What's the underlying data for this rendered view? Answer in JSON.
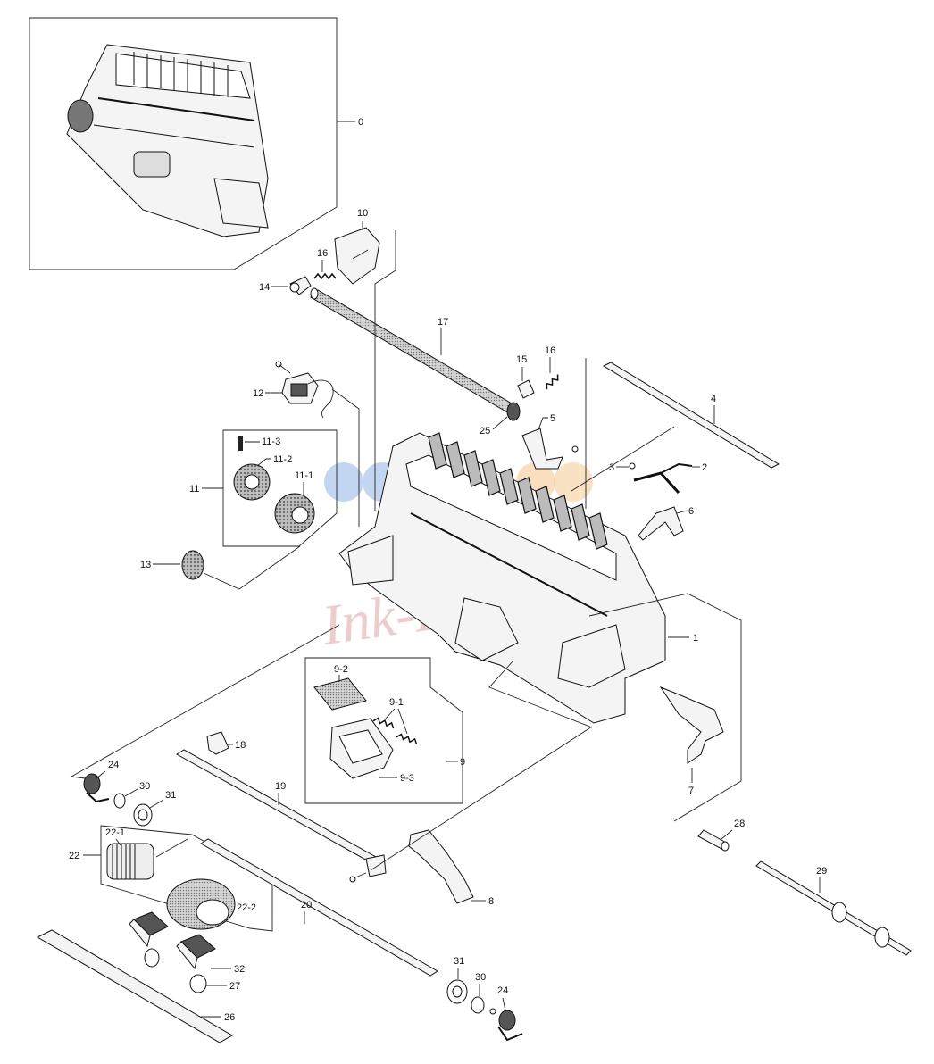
{
  "callouts": {
    "c0": "0",
    "c1": "1",
    "c2": "2",
    "c3": "3",
    "c4": "4",
    "c5": "5",
    "c6": "6",
    "c7": "7",
    "c8": "8",
    "c9": "9",
    "c9_1": "9-1",
    "c9_2": "9-2",
    "c9_3": "9-3",
    "c10": "10",
    "c11": "11",
    "c11_1": "11-1",
    "c11_2": "11-2",
    "c11_3": "11-3",
    "c12": "12",
    "c13": "13",
    "c14": "14",
    "c15": "15",
    "c16a": "16",
    "c16b": "16",
    "c17": "17",
    "c18": "18",
    "c19": "19",
    "c20": "20",
    "c22": "22",
    "c22_1": "22-1",
    "c22_2": "22-2",
    "c24a": "24",
    "c24b": "24",
    "c25": "25",
    "c26": "26",
    "c27": "27",
    "c28": "28",
    "c29": "29",
    "c30a": "30",
    "c30b": "30",
    "c31a": "31",
    "c31b": "31",
    "c32": "32"
  },
  "watermark": "Ink-Printer",
  "colors": {
    "line": "#111111",
    "part_fill": "#f4f4f4",
    "roller_fill": "#8a8a8a",
    "watermark_blue": "#8fb3e6",
    "watermark_orange": "#f4c38a",
    "watermark_red": "#e0a3a3"
  }
}
